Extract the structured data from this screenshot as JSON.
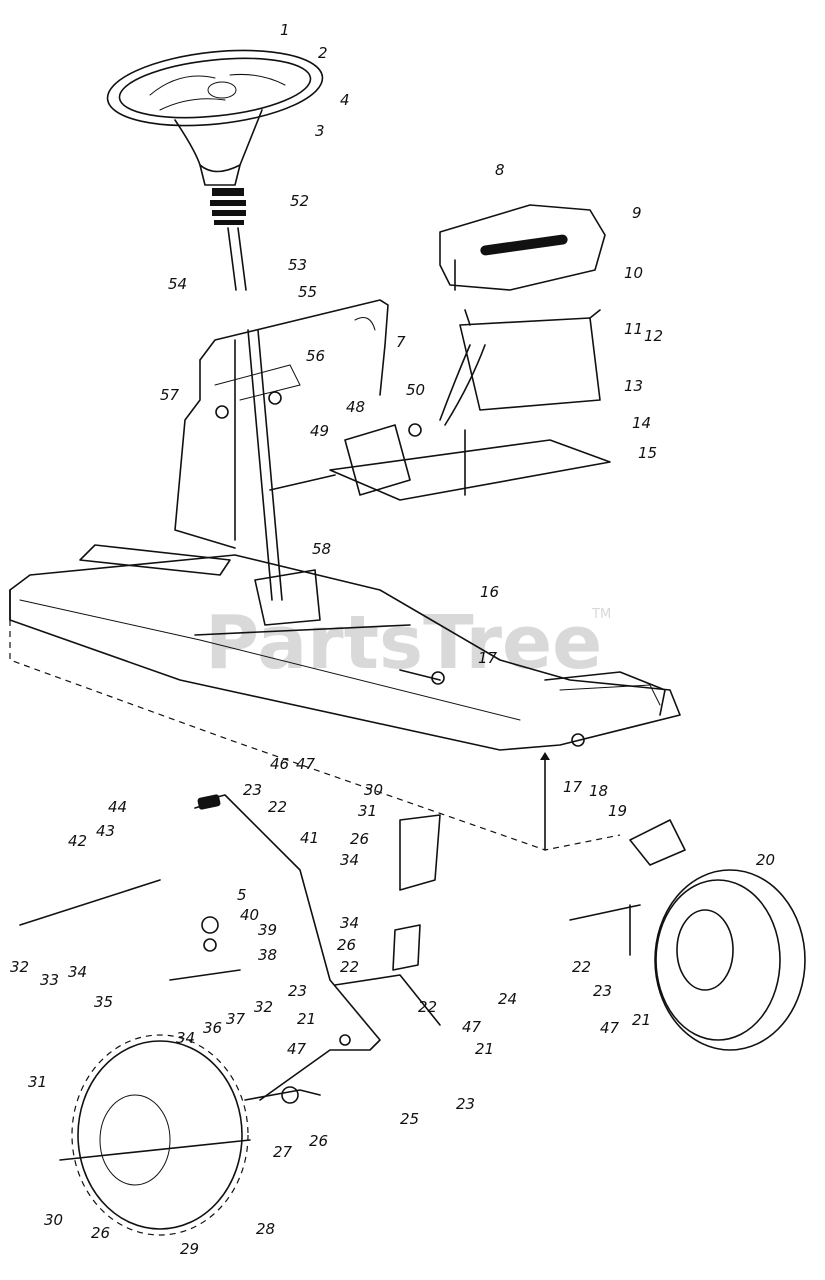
{
  "watermark": {
    "text": "PartsTree",
    "trademark": "TM"
  },
  "callouts": [
    {
      "n": "1"
    },
    {
      "n": "2"
    },
    {
      "n": "4"
    },
    {
      "n": "3"
    },
    {
      "n": "52"
    },
    {
      "n": "8"
    },
    {
      "n": "9"
    },
    {
      "n": "10"
    },
    {
      "n": "53"
    },
    {
      "n": "54"
    },
    {
      "n": "55"
    },
    {
      "n": "11"
    },
    {
      "n": "12"
    },
    {
      "n": "7"
    },
    {
      "n": "56"
    },
    {
      "n": "13"
    },
    {
      "n": "57"
    },
    {
      "n": "50"
    },
    {
      "n": "48"
    },
    {
      "n": "14"
    },
    {
      "n": "49"
    },
    {
      "n": "15"
    },
    {
      "n": "58"
    },
    {
      "n": "16"
    },
    {
      "n": "17"
    },
    {
      "n": "46"
    },
    {
      "n": "47"
    },
    {
      "n": "30"
    },
    {
      "n": "23"
    },
    {
      "n": "17"
    },
    {
      "n": "18"
    },
    {
      "n": "44"
    },
    {
      "n": "22"
    },
    {
      "n": "31"
    },
    {
      "n": "19"
    },
    {
      "n": "43"
    },
    {
      "n": "41"
    },
    {
      "n": "26"
    },
    {
      "n": "42"
    },
    {
      "n": "34"
    },
    {
      "n": "20"
    },
    {
      "n": "5"
    },
    {
      "n": "40"
    },
    {
      "n": "39"
    },
    {
      "n": "34"
    },
    {
      "n": "26"
    },
    {
      "n": "38"
    },
    {
      "n": "32"
    },
    {
      "n": "33"
    },
    {
      "n": "34"
    },
    {
      "n": "22"
    },
    {
      "n": "22"
    },
    {
      "n": "23"
    },
    {
      "n": "23"
    },
    {
      "n": "24"
    },
    {
      "n": "35"
    },
    {
      "n": "22"
    },
    {
      "n": "37"
    },
    {
      "n": "32"
    },
    {
      "n": "36"
    },
    {
      "n": "21"
    },
    {
      "n": "47"
    },
    {
      "n": "47"
    },
    {
      "n": "21"
    },
    {
      "n": "34"
    },
    {
      "n": "47"
    },
    {
      "n": "21"
    },
    {
      "n": "31"
    },
    {
      "n": "23"
    },
    {
      "n": "25"
    },
    {
      "n": "26"
    },
    {
      "n": "27"
    },
    {
      "n": "30"
    },
    {
      "n": "26"
    },
    {
      "n": "28"
    },
    {
      "n": "29"
    }
  ]
}
